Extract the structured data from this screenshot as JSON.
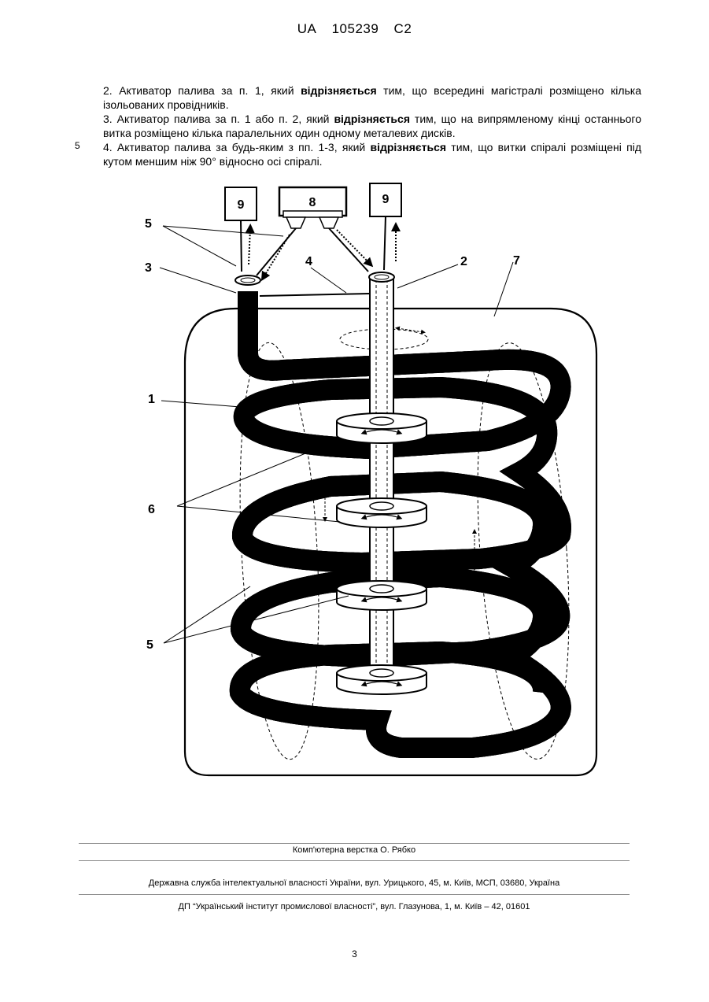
{
  "header": {
    "country": "UA",
    "number": "105239",
    "kind": "C2"
  },
  "claims": [
    {
      "before": "2. Активатор палива за п. 1, який ",
      "bold": "відрізняється",
      "after": " тим, що всередині магістралі розміщено кілька ізольованих провідників."
    },
    {
      "before": "3. Активатор палива за п. 1 або п. 2, який ",
      "bold": "відрізняється",
      "after": " тим, що на випрямленому кінці останнього витка розміщено кілька паралельних один одному металевих дисків."
    },
    {
      "before": "4. Активатор палива за будь-яким з пп. 1-3, який ",
      "bold": "відрізняється",
      "after": " тим, що витки спіралі розміщені під кутом меншим ніж 90° відносно осі спіралі."
    }
  ],
  "line_number": "5",
  "figure": {
    "block_left": "9",
    "block_center": "8",
    "block_right": "9",
    "labels": {
      "l5_top": "5",
      "l3": "3",
      "l4": "4",
      "l2": "2",
      "l7": "7",
      "l1": "1",
      "l6": "6",
      "l5_bottom": "5"
    }
  },
  "footer": {
    "layout": "Комп'ютерна верстка О. Рябко",
    "office": "Державна служба інтелектуальної власності України, вул. Урицького, 45, м. Київ, МСП, 03680, Україна",
    "institute": "ДП “Український інститут промислової власності”, вул. Глазунова, 1, м. Київ – 42, 01601"
  },
  "page_number": "3"
}
